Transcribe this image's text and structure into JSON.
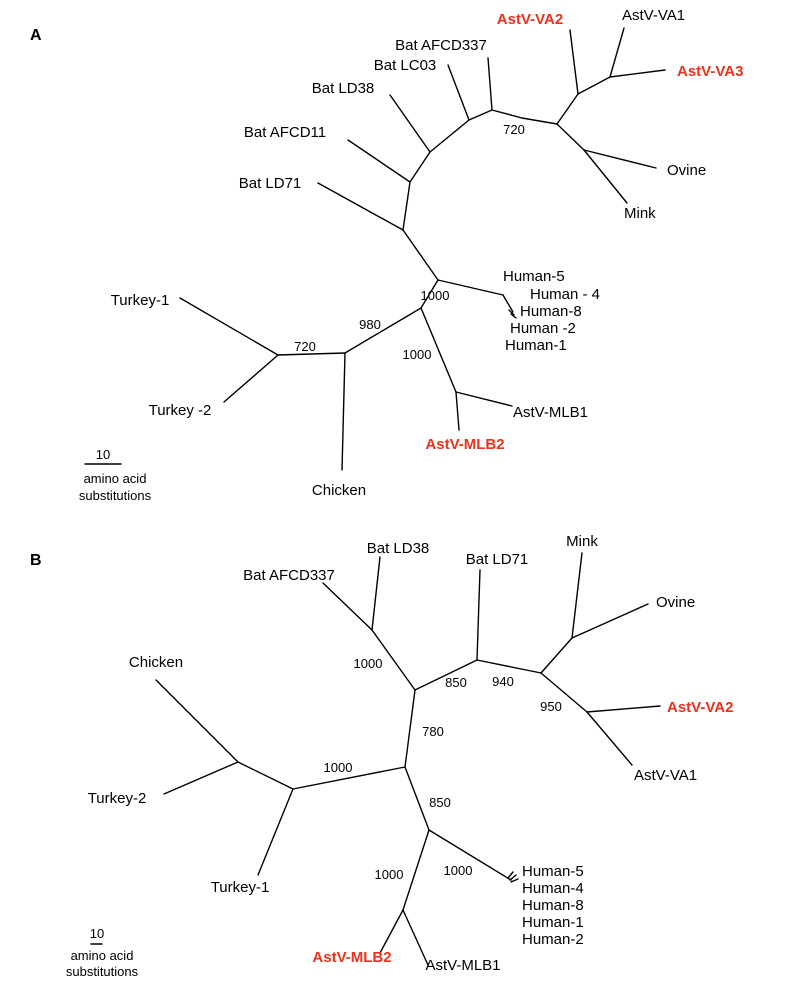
{
  "colors": {
    "branch": "#000000",
    "highlight": "#e8321e",
    "text": "#000000"
  },
  "panels": [
    {
      "label": "A",
      "scale_bar": {
        "value": "10",
        "unit_line1": "amino acid",
        "unit_line2": "substitutions"
      },
      "leaves": [
        {
          "text": "AstV-VA2",
          "highlight": true
        },
        {
          "text": "AstV-VA1",
          "highlight": false
        },
        {
          "text": "AstV-VA3",
          "highlight": true
        },
        {
          "text": "Bat AFCD337",
          "highlight": false
        },
        {
          "text": "Bat LC03",
          "highlight": false
        },
        {
          "text": "Bat LD38",
          "highlight": false
        },
        {
          "text": "Bat AFCD11",
          "highlight": false
        },
        {
          "text": "Bat LD71",
          "highlight": false
        },
        {
          "text": "Ovine",
          "highlight": false
        },
        {
          "text": "Mink",
          "highlight": false
        },
        {
          "text": "Human-5",
          "highlight": false
        },
        {
          "text": "Human - 4",
          "highlight": false
        },
        {
          "text": "Human-8",
          "highlight": false
        },
        {
          "text": "Human -2",
          "highlight": false
        },
        {
          "text": "Human-1",
          "highlight": false
        },
        {
          "text": "Turkey-1",
          "highlight": false
        },
        {
          "text": "Turkey -2",
          "highlight": false
        },
        {
          "text": "AstV-MLB1",
          "highlight": false
        },
        {
          "text": "AstV-MLB2",
          "highlight": true
        },
        {
          "text": "Chicken",
          "highlight": false
        }
      ],
      "bootstrap": [
        "720",
        "1000",
        "980",
        "720",
        "1000"
      ]
    },
    {
      "label": "B",
      "scale_bar": {
        "value": "10",
        "unit_line1": "amino acid",
        "unit_line2": "substitutions"
      },
      "leaves": [
        {
          "text": "Bat LD38",
          "highlight": false
        },
        {
          "text": "Bat AFCD337",
          "highlight": false
        },
        {
          "text": "Bat LD71",
          "highlight": false
        },
        {
          "text": "Mink",
          "highlight": false
        },
        {
          "text": "Ovine",
          "highlight": false
        },
        {
          "text": "AstV-VA2",
          "highlight": true
        },
        {
          "text": "AstV-VA1",
          "highlight": false
        },
        {
          "text": "Chicken",
          "highlight": false
        },
        {
          "text": "Turkey-2",
          "highlight": false
        },
        {
          "text": "Turkey-1",
          "highlight": false
        },
        {
          "text": "Human-5",
          "highlight": false
        },
        {
          "text": "Human-4",
          "highlight": false
        },
        {
          "text": "Human-8",
          "highlight": false
        },
        {
          "text": "Human-1",
          "highlight": false
        },
        {
          "text": "Human-2",
          "highlight": false
        },
        {
          "text": "AstV-MLB2",
          "highlight": true
        },
        {
          "text": "AstV-MLB1",
          "highlight": false
        }
      ],
      "bootstrap": [
        "1000",
        "850",
        "940",
        "950",
        "780",
        "1000",
        "850",
        "1000",
        "1000"
      ]
    }
  ]
}
